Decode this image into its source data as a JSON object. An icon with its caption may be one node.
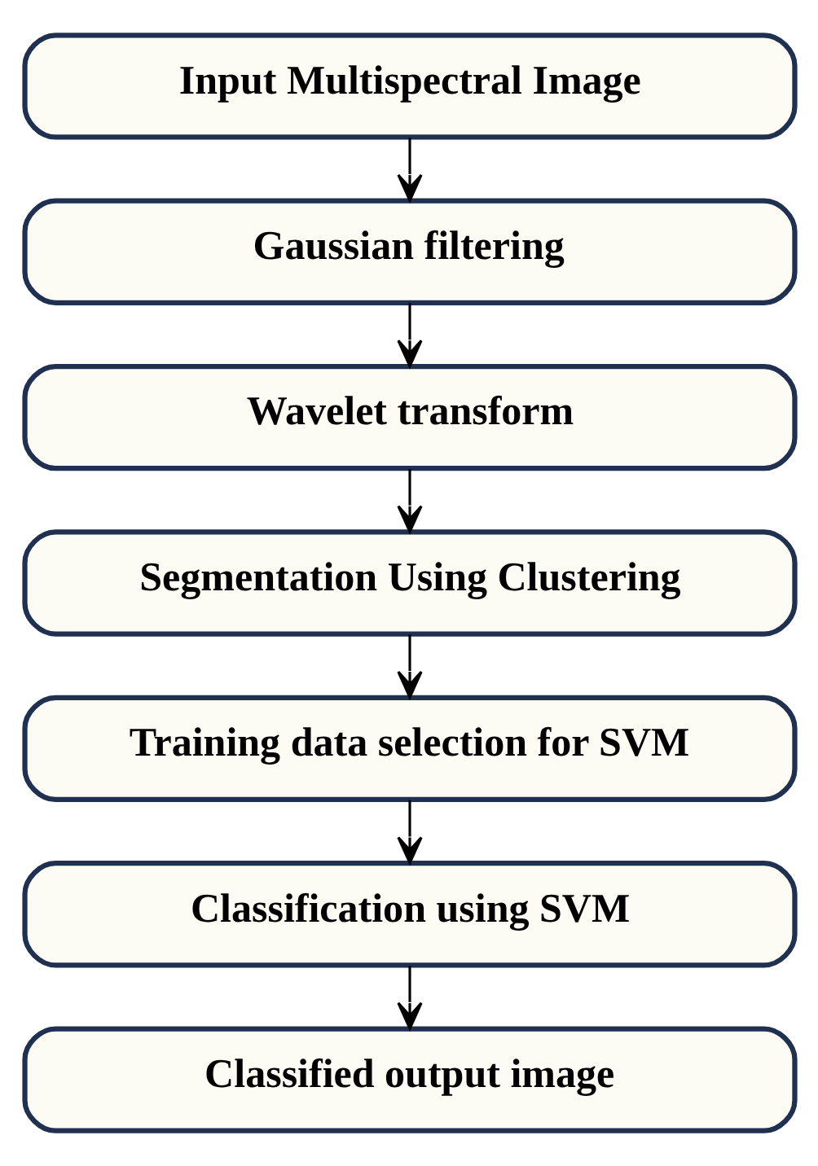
{
  "diagram": {
    "nodes": [
      {
        "text": [
          "Input Multispectral Image"
        ]
      },
      {
        "text": [
          "Gaussian filtering"
        ]
      },
      {
        "text": [
          "Wavelet transform"
        ]
      },
      {
        "text": [
          "Segmentation Using Clustering"
        ]
      },
      {
        "text": [
          "Training data selection for SVM"
        ]
      },
      {
        "text": [
          "Classification using SVM"
        ]
      },
      {
        "text": [
          "Classified output image"
        ]
      }
    ],
    "edges": [
      {
        "from": 0,
        "to": 1,
        "arrow": "to"
      },
      {
        "from": 1,
        "to": 2,
        "arrow": "to"
      },
      {
        "from": 2,
        "to": 3,
        "arrow": "to"
      },
      {
        "from": 3,
        "to": 4,
        "arrow": "to"
      },
      {
        "from": 4,
        "to": 5,
        "arrow": "to"
      },
      {
        "from": 5,
        "to": 6,
        "arrow": "to"
      }
    ]
  }
}
